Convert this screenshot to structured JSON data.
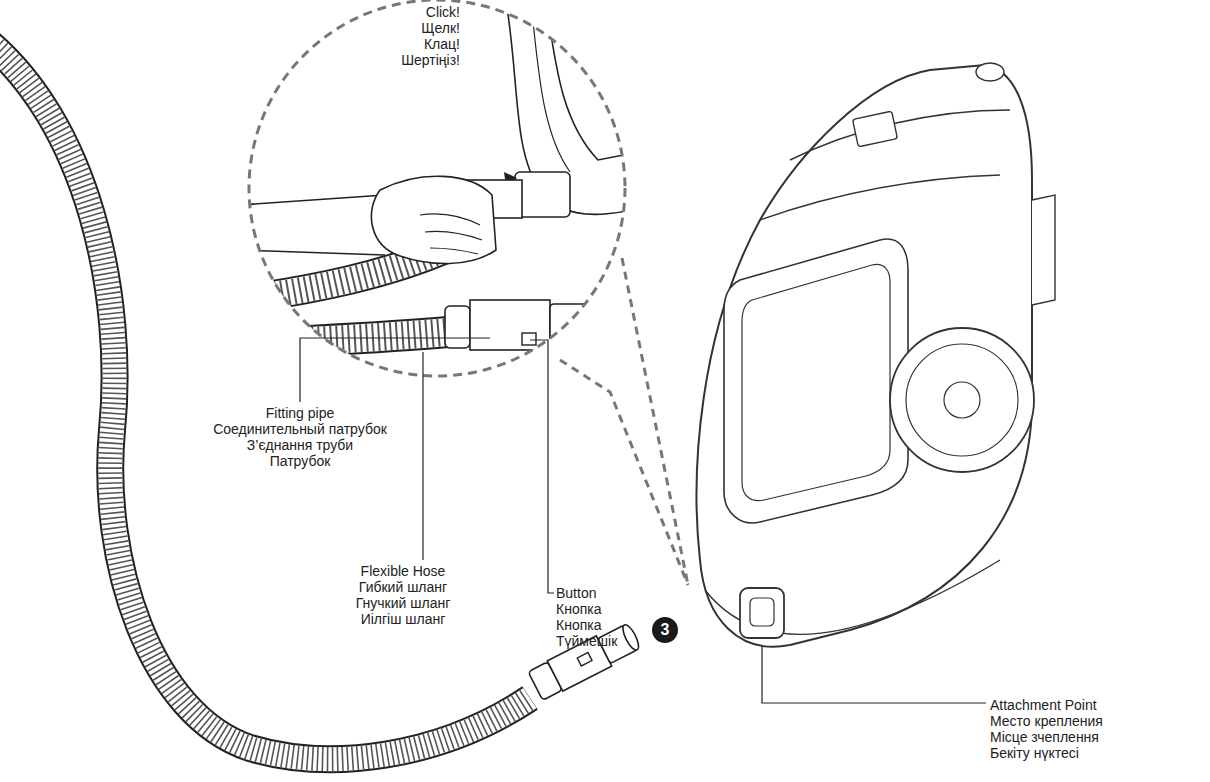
{
  "diagram": {
    "labels": [
      "Click!",
      "Щелк!",
      "Клац!",
      "Шертіңіз!",
      "Fitting pipe",
      "Соединительный патрубок",
      "З’єднання труби",
      "Патрубок",
      "Flexible Hose",
      "Гибкий шланг",
      "Гнучкий шланг",
      "Иілгіш шланг",
      "Button",
      "Кнопка",
      "Кнопка",
      "Түймешік",
      "3",
      "Attachment Point",
      "Место крепления",
      "Місце зчеплення",
      "Бекіту нүктесі"
    ]
  }
}
